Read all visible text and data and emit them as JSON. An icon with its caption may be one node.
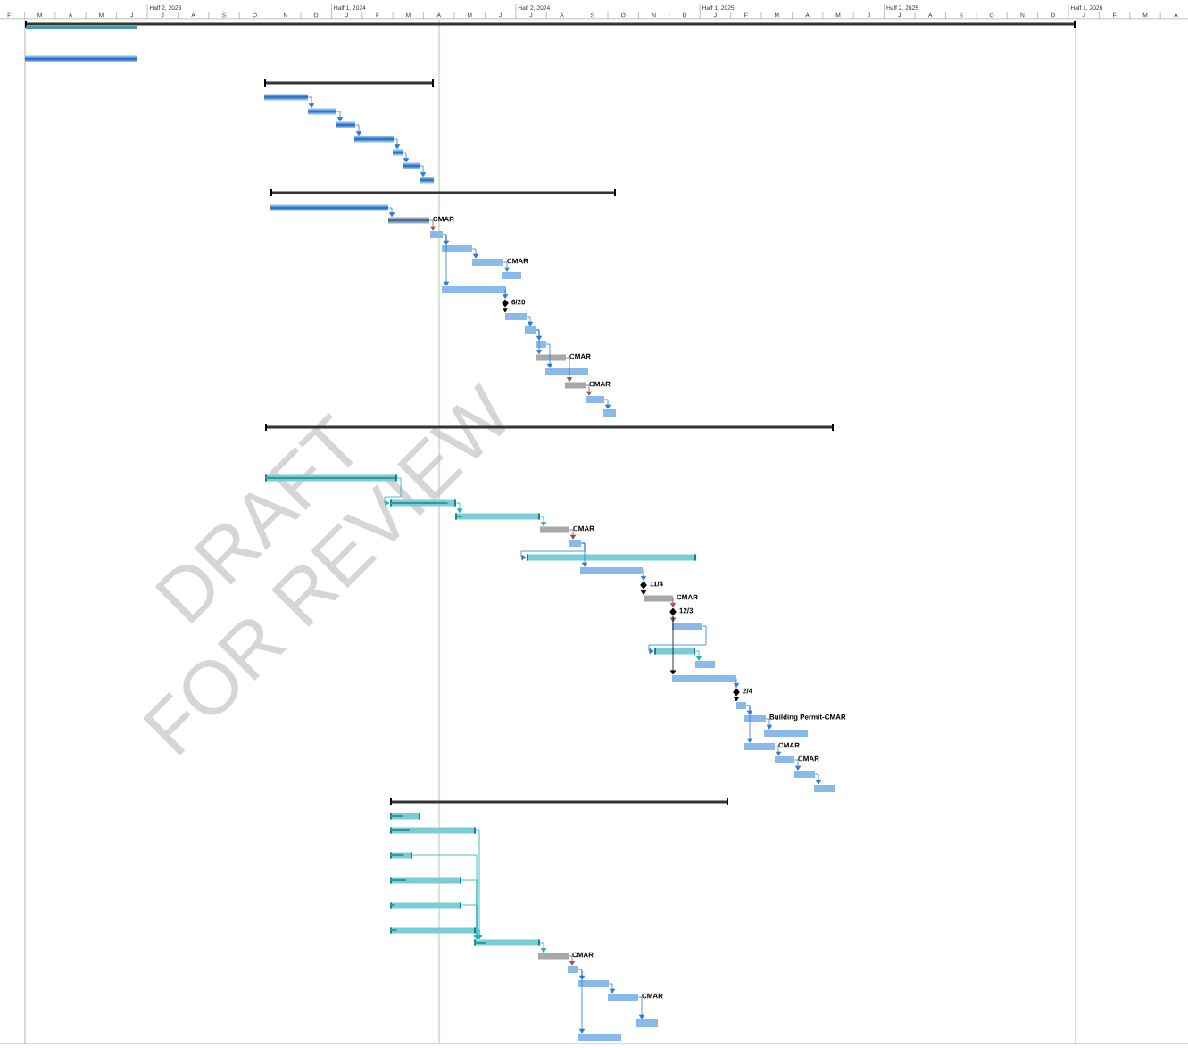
{
  "diagram": {
    "nodes": [
      {
        "text": [],
        "shape": "bar"
      },
      {
        "text": [],
        "shape": "bar"
      },
      {
        "text": [],
        "shape": "bar"
      },
      {
        "text": [],
        "shape": "bar"
      },
      {
        "text": [],
        "shape": "bar"
      },
      {
        "text": [],
        "shape": "bar"
      },
      {
        "text": [],
        "shape": "bar"
      },
      {
        "text": [],
        "shape": "bar"
      },
      {
        "text": [],
        "shape": "bar"
      },
      {
        "text": [],
        "shape": "bar"
      },
      {
        "text": [],
        "shape": "bar"
      },
      {
        "text": [],
        "shape": "bar"
      },
      {
        "text": [],
        "shape": "bar",
        "beside": [
          "CMAR"
        ]
      },
      {
        "text": [],
        "shape": "bar"
      },
      {
        "text": [],
        "shape": "bar"
      },
      {
        "text": [],
        "shape": "bar",
        "beside": [
          "CMAR"
        ]
      },
      {
        "text": [],
        "shape": "bar"
      },
      {
        "text": [],
        "shape": "bar"
      },
      {
        "text": [],
        "shape": "diamond",
        "beside": [
          "6/20"
        ]
      },
      {
        "text": [],
        "shape": "bar"
      },
      {
        "text": [],
        "shape": "bar"
      },
      {
        "text": [],
        "shape": "bar"
      },
      {
        "text": [],
        "shape": "bar",
        "beside": [
          "CMAR"
        ]
      },
      {
        "text": [],
        "shape": "bar"
      },
      {
        "text": [],
        "shape": "bar",
        "beside": [
          "CMAR"
        ]
      },
      {
        "text": [],
        "shape": "bar"
      },
      {
        "text": [],
        "shape": "bar"
      },
      {
        "text": [],
        "shape": "bar"
      },
      {
        "text": [],
        "shape": "bar"
      },
      {
        "text": [],
        "shape": "bar"
      },
      {
        "text": [],
        "shape": "bar"
      },
      {
        "text": [],
        "shape": "bar",
        "beside": [
          "CMAR"
        ]
      },
      {
        "text": [],
        "shape": "bar"
      },
      {
        "text": [],
        "shape": "bar"
      },
      {
        "text": [],
        "shape": "bar"
      },
      {
        "text": [],
        "shape": "diamond",
        "beside": [
          "11/4"
        ]
      },
      {
        "text": [],
        "shape": "bar",
        "beside": [
          "CMAR"
        ]
      },
      {
        "text": [],
        "shape": "diamond",
        "beside": [
          "12/3"
        ]
      },
      {
        "text": [],
        "shape": "bar"
      },
      {
        "text": [],
        "shape": "bar"
      },
      {
        "text": [],
        "shape": "bar"
      },
      {
        "text": [],
        "shape": "bar"
      },
      {
        "text": [],
        "shape": "diamond",
        "beside": [
          "2/4"
        ]
      },
      {
        "text": [],
        "shape": "bar"
      },
      {
        "text": [],
        "shape": "bar",
        "beside": [
          "Building Permit-CMAR"
        ]
      },
      {
        "text": [],
        "shape": "bar"
      },
      {
        "text": [],
        "shape": "bar",
        "beside": [
          "CMAR"
        ]
      },
      {
        "text": [],
        "shape": "bar",
        "beside": [
          "CMAR"
        ]
      },
      {
        "text": [],
        "shape": "bar"
      },
      {
        "text": [],
        "shape": "bar"
      },
      {
        "text": [],
        "shape": "bar"
      },
      {
        "text": [],
        "shape": "bar"
      },
      {
        "text": [],
        "shape": "bar"
      },
      {
        "text": [],
        "shape": "bar"
      },
      {
        "text": [],
        "shape": "bar"
      },
      {
        "text": [],
        "shape": "bar"
      },
      {
        "text": [],
        "shape": "bar"
      },
      {
        "text": [],
        "shape": "bar"
      },
      {
        "text": [],
        "shape": "bar",
        "beside": [
          "CMAR"
        ]
      },
      {
        "text": [],
        "shape": "bar"
      },
      {
        "text": [],
        "shape": "bar"
      },
      {
        "text": [],
        "shape": "bar",
        "beside": [
          "CMAR"
        ]
      },
      {
        "text": [],
        "shape": "bar"
      },
      {
        "text": [],
        "shape": "bar"
      }
    ],
    "edges": [
      {
        "from": 3,
        "to": 4,
        "arrow": "to"
      },
      {
        "from": 4,
        "to": 5,
        "arrow": "to"
      },
      {
        "from": 5,
        "to": 6,
        "arrow": "to"
      },
      {
        "from": 6,
        "to": 7,
        "arrow": "to"
      },
      {
        "from": 7,
        "to": 8,
        "arrow": "to"
      },
      {
        "from": 8,
        "to": 9,
        "arrow": "to"
      },
      {
        "from": 11,
        "to": 12,
        "arrow": "to"
      },
      {
        "from": 12,
        "to": 13,
        "arrow": "to",
        "color": "#a0524f"
      },
      {
        "from": 13,
        "to": 14,
        "arrow": "to"
      },
      {
        "from": 14,
        "to": 15,
        "arrow": "to"
      },
      {
        "from": 15,
        "to": 16,
        "arrow": "to"
      },
      {
        "from": 13,
        "to": 17,
        "arrow": "to"
      },
      {
        "from": 17,
        "to": 18,
        "arrow": "to"
      },
      {
        "from": 18,
        "to": 19,
        "arrow": "to",
        "color": "#000000"
      },
      {
        "from": 19,
        "to": 20,
        "arrow": "to"
      },
      {
        "from": 20,
        "to": 21,
        "arrow": "to"
      },
      {
        "from": 20,
        "to": 22,
        "arrow": "to"
      },
      {
        "from": 21,
        "to": 23,
        "arrow": "to"
      },
      {
        "from": 22,
        "to": 24,
        "arrow": "to",
        "color": "#a0524f"
      },
      {
        "from": 24,
        "to": 25,
        "arrow": "to",
        "color": "#a0524f"
      },
      {
        "from": 25,
        "to": 26,
        "arrow": "to"
      },
      {
        "from": 28,
        "to": 29,
        "arrow": "to",
        "color": "#1fb0b8"
      },
      {
        "from": 29,
        "to": 30,
        "arrow": "to",
        "color": "#1fb0b8"
      },
      {
        "from": 30,
        "to": 31,
        "arrow": "to",
        "color": "#1fb0b8"
      },
      {
        "from": 31,
        "to": 32,
        "arrow": "to",
        "color": "#a0524f"
      },
      {
        "from": 32,
        "to": 33,
        "arrow": "to"
      },
      {
        "from": 32,
        "to": 34,
        "arrow": "to"
      },
      {
        "from": 34,
        "to": 35,
        "arrow": "to"
      },
      {
        "from": 35,
        "to": 36,
        "arrow": "to",
        "color": "#000000"
      },
      {
        "from": 36,
        "to": 37,
        "arrow": "to",
        "color": "#a0524f"
      },
      {
        "from": 37,
        "to": 38,
        "arrow": "to",
        "color": "#a0524f"
      },
      {
        "from": 37,
        "to": 41,
        "arrow": "to",
        "color": "#000000"
      },
      {
        "from": 38,
        "to": 39,
        "arrow": "to"
      },
      {
        "from": 39,
        "to": 40,
        "arrow": "to",
        "color": "#1fb0b8"
      },
      {
        "from": 41,
        "to": 42,
        "arrow": "to"
      },
      {
        "from": 42,
        "to": 43,
        "arrow": "to",
        "color": "#000000"
      },
      {
        "from": 43,
        "to": 44,
        "arrow": "to"
      },
      {
        "from": 44,
        "to": 45,
        "arrow": "to"
      },
      {
        "from": 43,
        "to": 46,
        "arrow": "to"
      },
      {
        "from": 46,
        "to": 47,
        "arrow": "to"
      },
      {
        "from": 47,
        "to": 48,
        "arrow": "to"
      },
      {
        "from": 48,
        "to": 49,
        "arrow": "to"
      },
      {
        "from": 52,
        "to": 57,
        "arrow": "to",
        "color": "#1fb0b8"
      },
      {
        "from": 53,
        "to": 57,
        "arrow": "to",
        "color": "#1fb0b8"
      },
      {
        "from": 54,
        "to": 57,
        "arrow": "to",
        "color": "#1fb0b8"
      },
      {
        "from": 55,
        "to": 57,
        "arrow": "to",
        "color": "#1fb0b8"
      },
      {
        "from": 56,
        "to": 57,
        "arrow": "to",
        "color": "#1fb0b8"
      },
      {
        "from": 57,
        "to": 58,
        "arrow": "to",
        "color": "#1fb0b8"
      },
      {
        "from": 58,
        "to": 59,
        "arrow": "to",
        "color": "#a0524f"
      },
      {
        "from": 59,
        "to": 60,
        "arrow": "to"
      },
      {
        "from": 60,
        "to": 61,
        "arrow": "to"
      },
      {
        "from": 61,
        "to": 62,
        "arrow": "to"
      },
      {
        "from": 59,
        "to": 63,
        "arrow": "to"
      }
    ],
    "labels": [
      "Half 2, 2023",
      "Half 1, 2024",
      "Half 2, 2024",
      "Half 1, 2025",
      "Half 2, 2025",
      "Half 1, 2026",
      "F",
      "M",
      "A",
      "M",
      "J",
      "J",
      "A",
      "S",
      "O",
      "N",
      "D",
      "J",
      "F",
      "M",
      "A",
      "M",
      "J",
      "J",
      "A",
      "S",
      "O",
      "N",
      "D",
      "J",
      "F",
      "M",
      "A",
      "M",
      "J",
      "J",
      "A",
      "S",
      "O",
      "N",
      "D",
      "J",
      "F",
      "M",
      "A",
      "DRAFT",
      "FOR REVIEW"
    ]
  }
}
